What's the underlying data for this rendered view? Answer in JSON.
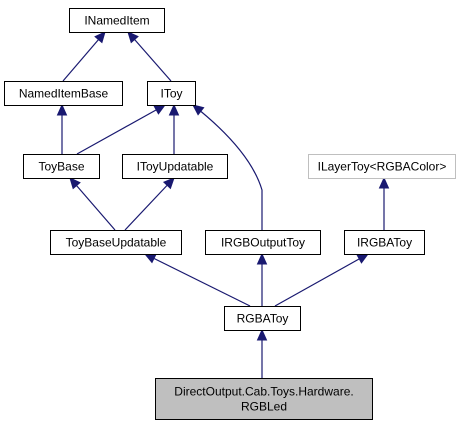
{
  "nodes": {
    "inameditem": {
      "lines": [
        "INamedItem"
      ]
    },
    "nameditembase": {
      "lines": [
        "NamedItemBase"
      ]
    },
    "itoy": {
      "lines": [
        "IToy"
      ]
    },
    "toybase": {
      "lines": [
        "ToyBase"
      ]
    },
    "itoyupdatable": {
      "lines": [
        "IToyUpdatable"
      ]
    },
    "ilayertoy": {
      "lines": [
        "ILayerToy<RGBAColor>"
      ]
    },
    "toybaseupdatable": {
      "lines": [
        "ToyBaseUpdatable"
      ]
    },
    "irgboutputtoy": {
      "lines": [
        "IRGBOutputToy"
      ]
    },
    "irgbatoy": {
      "lines": [
        "IRGBAToy"
      ]
    },
    "rgbatoy": {
      "lines": [
        "RGBAToy"
      ]
    },
    "rgbled": {
      "lines": [
        "DirectOutput.Cab.Toys.Hardware.",
        "RGBLed"
      ]
    }
  },
  "edges": [
    {
      "from": "nameditembase",
      "to": "inameditem"
    },
    {
      "from": "itoy",
      "to": "inameditem"
    },
    {
      "from": "toybase",
      "to": "nameditembase"
    },
    {
      "from": "toybase",
      "to": "itoy"
    },
    {
      "from": "itoyupdatable",
      "to": "itoy"
    },
    {
      "from": "irgboutputtoy",
      "to": "itoy"
    },
    {
      "from": "toybaseupdatable",
      "to": "toybase"
    },
    {
      "from": "toybaseupdatable",
      "to": "itoyupdatable"
    },
    {
      "from": "irgbatoy",
      "to": "ilayertoy"
    },
    {
      "from": "rgbatoy",
      "to": "toybaseupdatable"
    },
    {
      "from": "rgbatoy",
      "to": "irgboutputtoy"
    },
    {
      "from": "rgbatoy",
      "to": "irgbatoy"
    },
    {
      "from": "rgbled",
      "to": "rgbatoy"
    }
  ]
}
